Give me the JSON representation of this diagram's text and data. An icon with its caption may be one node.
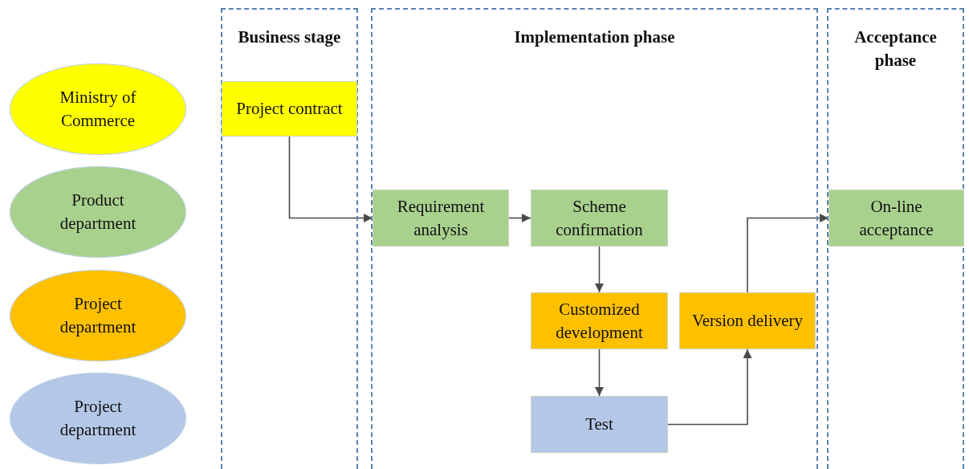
{
  "diagram": {
    "nodes": [
      {
        "text": [
          "Ministry of Commerce"
        ]
      },
      {
        "text": [
          "Product department"
        ]
      },
      {
        "text": [
          "Project department"
        ]
      },
      {
        "text": [
          "Project department"
        ]
      },
      {
        "text": [
          "Business stage"
        ]
      },
      {
        "text": [
          "Implementation phase"
        ]
      },
      {
        "text": [
          "Acceptance phase"
        ]
      },
      {
        "text": [
          "Project contract"
        ],
        "in": 4
      },
      {
        "text": [
          "Requirement analysis"
        ],
        "in": 5
      },
      {
        "text": [
          "Scheme confirmation"
        ],
        "in": 5
      },
      {
        "text": [
          "Customized development"
        ],
        "in": 5
      },
      {
        "text": [
          "Version delivery"
        ],
        "in": 5
      },
      {
        "text": [
          "Test"
        ],
        "in": 5
      },
      {
        "text": [
          "On-line acceptance"
        ],
        "in": 6
      }
    ],
    "edges": [
      {
        "from": 7,
        "to": 8,
        "arrow": "to"
      },
      {
        "from": 8,
        "to": 9,
        "arrow": "to"
      },
      {
        "from": 9,
        "to": 10,
        "arrow": "to"
      },
      {
        "from": 10,
        "to": 12,
        "arrow": "to"
      },
      {
        "from": 12,
        "to": 11,
        "arrow": "to"
      },
      {
        "from": 11,
        "to": 13,
        "arrow": "to"
      }
    ]
  }
}
